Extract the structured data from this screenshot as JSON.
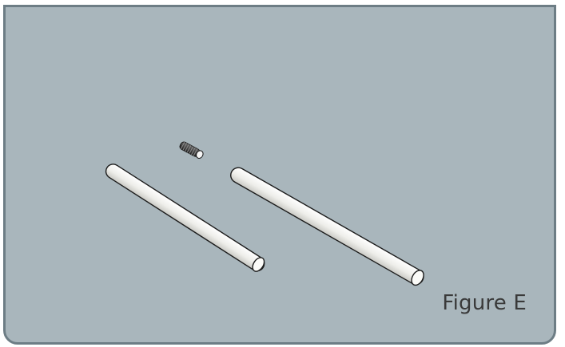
{
  "figure": {
    "caption": "Figure E",
    "parts": [
      {
        "name": "threaded-stud",
        "type": "set-screw"
      },
      {
        "name": "short-rod",
        "type": "rod"
      },
      {
        "name": "long-rod",
        "type": "rod"
      }
    ],
    "colors": {
      "background": "#a9b6bc",
      "border": "#6d7d85",
      "rod_fill": "#f2f2ee",
      "rod_outline": "#1c1c1c",
      "stud_dark": "#3d3d3d"
    }
  }
}
